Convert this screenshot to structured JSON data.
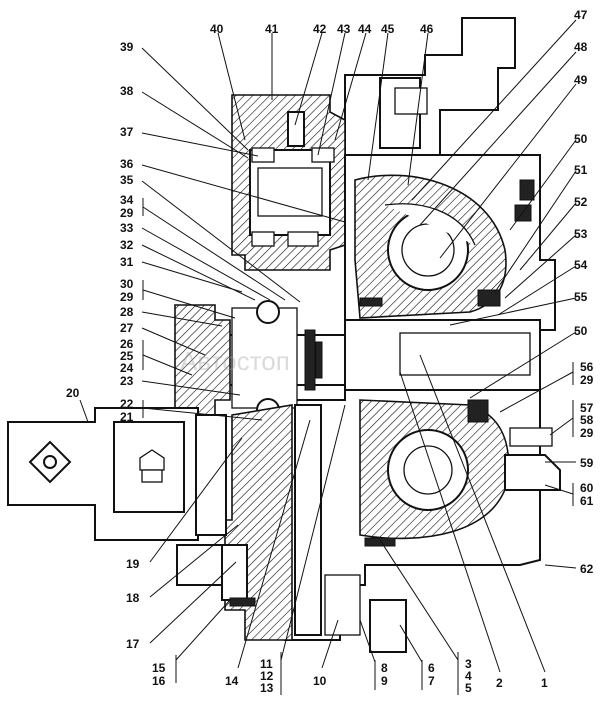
{
  "watermark": "Автостоп",
  "callouts": [
    {
      "id": "40",
      "text": "40"
    },
    {
      "id": "41",
      "text": "41"
    },
    {
      "id": "42",
      "text": "42"
    },
    {
      "id": "43",
      "text": "43"
    },
    {
      "id": "44",
      "text": "44"
    },
    {
      "id": "45",
      "text": "45"
    },
    {
      "id": "46",
      "text": "46"
    },
    {
      "id": "47",
      "text": "47"
    },
    {
      "id": "48",
      "text": "48"
    },
    {
      "id": "49",
      "text": "49"
    },
    {
      "id": "39",
      "text": "39"
    },
    {
      "id": "38",
      "text": "38"
    },
    {
      "id": "37",
      "text": "37"
    },
    {
      "id": "36",
      "text": "36"
    },
    {
      "id": "35",
      "text": "35"
    },
    {
      "id": "34",
      "text": "34"
    },
    {
      "id": "29a",
      "text": "29"
    },
    {
      "id": "33",
      "text": "33"
    },
    {
      "id": "32",
      "text": "32"
    },
    {
      "id": "31",
      "text": "31"
    },
    {
      "id": "30",
      "text": "30"
    },
    {
      "id": "29b",
      "text": "29"
    },
    {
      "id": "28",
      "text": "28"
    },
    {
      "id": "27",
      "text": "27"
    },
    {
      "id": "26",
      "text": "26"
    },
    {
      "id": "25",
      "text": "25"
    },
    {
      "id": "24",
      "text": "24"
    },
    {
      "id": "23",
      "text": "23"
    },
    {
      "id": "22",
      "text": "22"
    },
    {
      "id": "21",
      "text": "21"
    },
    {
      "id": "20",
      "text": "20"
    },
    {
      "id": "19",
      "text": "19"
    },
    {
      "id": "18",
      "text": "18"
    },
    {
      "id": "17",
      "text": "17"
    },
    {
      "id": "15",
      "text": "15"
    },
    {
      "id": "16",
      "text": "16"
    },
    {
      "id": "14",
      "text": "14"
    },
    {
      "id": "11",
      "text": "11"
    },
    {
      "id": "12",
      "text": "12"
    },
    {
      "id": "13",
      "text": "13"
    },
    {
      "id": "10",
      "text": "10"
    },
    {
      "id": "8",
      "text": "8"
    },
    {
      "id": "9",
      "text": "9"
    },
    {
      "id": "6",
      "text": "6"
    },
    {
      "id": "7",
      "text": "7"
    },
    {
      "id": "3",
      "text": "3"
    },
    {
      "id": "4",
      "text": "4"
    },
    {
      "id": "5",
      "text": "5"
    },
    {
      "id": "2",
      "text": "2"
    },
    {
      "id": "1",
      "text": "1"
    },
    {
      "id": "50a",
      "text": "50"
    },
    {
      "id": "51",
      "text": "51"
    },
    {
      "id": "52",
      "text": "52"
    },
    {
      "id": "53",
      "text": "53"
    },
    {
      "id": "54",
      "text": "54"
    },
    {
      "id": "55",
      "text": "55"
    },
    {
      "id": "50b",
      "text": "50"
    },
    {
      "id": "56",
      "text": "56"
    },
    {
      "id": "29c",
      "text": "29"
    },
    {
      "id": "57",
      "text": "57"
    },
    {
      "id": "58",
      "text": "58"
    },
    {
      "id": "29d",
      "text": "29"
    },
    {
      "id": "59",
      "text": "59"
    },
    {
      "id": "60",
      "text": "60"
    },
    {
      "id": "61",
      "text": "61"
    },
    {
      "id": "62",
      "text": "62"
    }
  ]
}
